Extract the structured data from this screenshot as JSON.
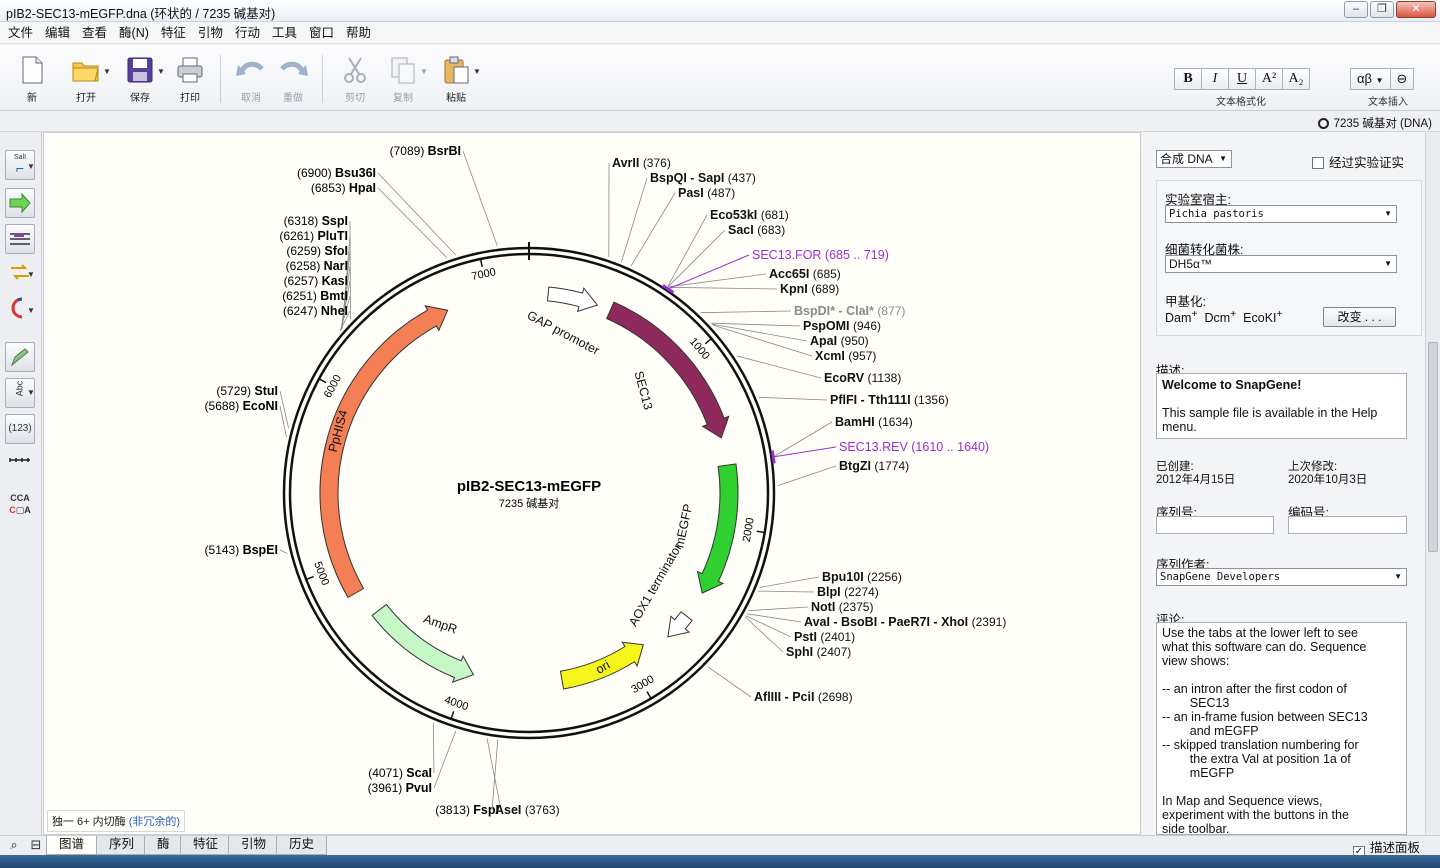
{
  "window": {
    "title": "pIB2-SEC13-mEGFP.dna  (环状的 / 7235 碱基对)"
  },
  "menu": [
    "文件",
    "编辑",
    "查看",
    "酶(N)",
    "特征",
    "引物",
    "行动",
    "工具",
    "窗口",
    "帮助"
  ],
  "toolbar": {
    "new": "新",
    "open": "打开",
    "save": "保存",
    "print": "打印",
    "undo": "取消",
    "redo": "重做",
    "cut": "剪切",
    "copy": "复制",
    "paste": "粘贴",
    "format_label": "文本格式化",
    "insert_label": "文本插入",
    "fmt_bold": "B",
    "fmt_italic": "I",
    "fmt_underline": "U",
    "fmt_sup": "A²",
    "fmt_sub": "A₂",
    "ins_greek": "αβ",
    "ins_link": "⊖"
  },
  "infobar": {
    "text": "7235 碱基对  (DNA)"
  },
  "lefttools": {
    "sall": "SalI",
    "abc": "Abc",
    "num": "(123)",
    "cca": "CCA"
  },
  "map": {
    "title": "pIB2-SEC13-mEGFP",
    "subtitle": "7235 碱基对",
    "ticks": [
      "1000",
      "2000",
      "3000",
      "4000",
      "5000",
      "6000",
      "7000"
    ],
    "features": [
      "GAP promoter",
      "SEC13",
      "mEGFP",
      "AOX1 terminator",
      "ori",
      "AmpR",
      "PpHIS4"
    ],
    "sites": [
      {
        "pos": "(7089)",
        "name": "BsrBI"
      },
      {
        "pos": "(6900)",
        "name": "Bsu36I"
      },
      {
        "pos": "(6853)",
        "name": "HpaI"
      },
      {
        "pos": "(6318)",
        "name": "SspI"
      },
      {
        "pos": "(6261)",
        "name": "PluTI"
      },
      {
        "pos": "(6259)",
        "name": "SfoI"
      },
      {
        "pos": "(6258)",
        "name": "NarI"
      },
      {
        "pos": "(6257)",
        "name": "KasI"
      },
      {
        "pos": "(6251)",
        "name": "BmtI"
      },
      {
        "pos": "(6247)",
        "name": "NheI"
      },
      {
        "pos": "(5729)",
        "name": "StuI"
      },
      {
        "pos": "(5688)",
        "name": "EcoNI"
      },
      {
        "pos": "(5143)",
        "name": "BspEI"
      },
      {
        "pos": "(4071)",
        "name": "ScaI"
      },
      {
        "pos": "(3961)",
        "name": "PvuI"
      },
      {
        "pos": "(3813)",
        "name": "FspI"
      },
      {
        "name": "AvrII",
        "pos": "(376)"
      },
      {
        "name": "BspQI - SapI",
        "pos": "(437)"
      },
      {
        "name": "PasI",
        "pos": "(487)"
      },
      {
        "name": "Eco53kI",
        "pos": "(681)"
      },
      {
        "name": "SacI",
        "pos": "(683)"
      },
      {
        "name": "Acc65I",
        "pos": "(685)"
      },
      {
        "name": "KpnI",
        "pos": "(689)"
      },
      {
        "name": "BspDI* - ClaI*",
        "pos": "(877)"
      },
      {
        "name": "PspOMI",
        "pos": "(946)"
      },
      {
        "name": "ApaI",
        "pos": "(950)"
      },
      {
        "name": "XcmI",
        "pos": "(957)"
      },
      {
        "name": "EcoRV",
        "pos": "(1138)"
      },
      {
        "name": "PflFI - Tth111I",
        "pos": "(1356)"
      },
      {
        "name": "BamHI",
        "pos": "(1634)"
      },
      {
        "name": "BtgZI",
        "pos": "(1774)"
      },
      {
        "name": "Bpu10I",
        "pos": "(2256)"
      },
      {
        "name": "BlpI",
        "pos": "(2274)"
      },
      {
        "name": "NotI",
        "pos": "(2375)"
      },
      {
        "name": "AvaI - BsoBI - PaeR7I - XhoI",
        "pos": "(2391)"
      },
      {
        "name": "PstI",
        "pos": "(2401)"
      },
      {
        "name": "SphI",
        "pos": "(2407)"
      },
      {
        "name": "AflIII - PciI",
        "pos": "(2698)"
      },
      {
        "name": "AseI",
        "pos": "(3763)"
      }
    ],
    "primers": [
      {
        "name": "SEC13.FOR",
        "range": "(685 .. 719)"
      },
      {
        "name": "SEC13.REV",
        "range": "(1610 .. 1640)"
      }
    ],
    "footer_prefix": "独一 6+ 内切酶",
    "footer_link": "(非冗余的)"
  },
  "tabs": [
    "图谱",
    "序列",
    "酶",
    "特征",
    "引物",
    "历史"
  ],
  "desc_toggle": "描述面板",
  "panel": {
    "seq_type": "合成 DNA",
    "verified_label": "经过实验证实",
    "host_label": "实验室宿主:",
    "host_value": "Pichia pastoris",
    "strain_label": "细菌转化菌株:",
    "strain_value": "DH5α™",
    "methyl_label": "甲基化:",
    "methyl_dam": "Dam",
    "methyl_dcm": "Dcm",
    "methyl_eco": "EcoKI",
    "methyl_sign": "+",
    "change_btn": "改变 . . .",
    "desc_label": "描述:",
    "desc_title": "Welcome to SnapGene!",
    "desc_body": "This sample file is available in the Help menu.",
    "created_label": "已创建:",
    "created_value": "2012年4月15日",
    "modified_label": "上次修改:",
    "modified_value": "2020年10月3日",
    "serial_label": "序列号:",
    "code_label": "编码号:",
    "author_label": "序列作者:",
    "author_value": "SnapGene Developers",
    "comment_label": "评论:",
    "comment_lines": [
      "Use the tabs at the lower left to see",
      "what this software can do. Sequence",
      "view shows:",
      "",
      "-- an intron after the first codon of",
      "        SEC13",
      "-- an in-frame fusion between SEC13",
      "        and mEGFP",
      "-- skipped translation numbering for",
      "        the extra Val at position 1a of",
      "        mEGFP",
      "",
      "In Map and Sequence views,",
      "experiment with the buttons in the",
      "side toolbar."
    ]
  },
  "colors": {
    "ppHIS4": "#f47f54",
    "sec13": "#8e2a5c",
    "megfp": "#2fd02f",
    "ori": "#f5f51a",
    "ampr": "#c6f7c6",
    "primer": "#9a2fd6",
    "link": "#2a5dbb"
  }
}
